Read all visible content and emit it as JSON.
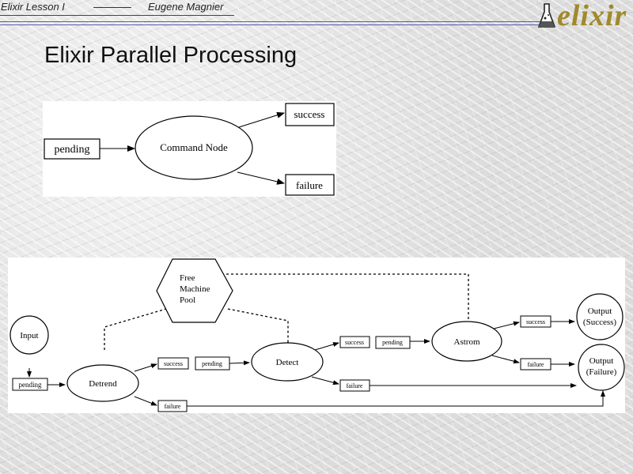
{
  "header": {
    "lesson": "Elixir Lesson I",
    "author": "Eugene Magnier",
    "logo_text": "elixir",
    "logo_color": "#a08a2a",
    "line_color": "#5a5aa8"
  },
  "page": {
    "title": "Elixir Parallel Processing"
  },
  "diagram1": {
    "pending": "pending",
    "command_node": "Command Node",
    "success": "success",
    "failure": "failure"
  },
  "diagram2": {
    "free_machine_pool": [
      "Free",
      "Machine",
      "Pool"
    ],
    "input": "Input",
    "pending_in": "pending",
    "detrend": "Detrend",
    "detrend_success": "success",
    "detrend_pending": "pending",
    "detrend_failure": "failure",
    "detect": "Detect",
    "detect_success": "success",
    "detect_pending": "pending",
    "detect_failure": "failure",
    "astrom": "Astrom",
    "astrom_success": "success",
    "astrom_failure": "failure",
    "output_success": [
      "Output",
      "(Success)"
    ],
    "output_failure": [
      "Output",
      "(Failure)"
    ]
  }
}
